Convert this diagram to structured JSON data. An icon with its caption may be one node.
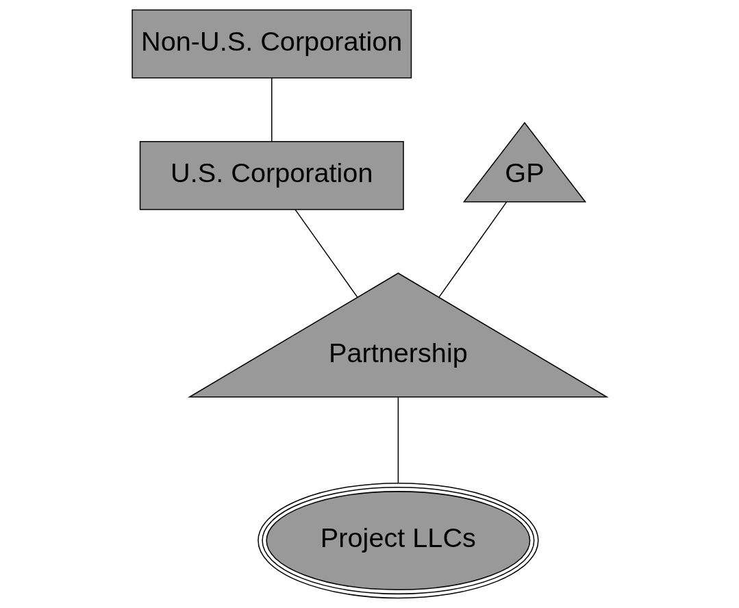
{
  "diagram": {
    "nodes": [
      {
        "text": [
          "Non-U.S. Corporation"
        ]
      },
      {
        "text": [
          "GP"
        ]
      },
      {
        "text": [
          "U.S. Corporation"
        ]
      },
      {
        "text": [
          "Partnership"
        ]
      },
      {
        "text": [
          "Project LLCs"
        ]
      }
    ],
    "edges": [
      {
        "from": 0,
        "to": 2,
        "arrow": "none"
      },
      {
        "from": 1,
        "to": 3,
        "arrow": "none"
      },
      {
        "from": 2,
        "to": 3,
        "arrow": "none"
      },
      {
        "from": 3,
        "to": 4,
        "arrow": "none"
      }
    ]
  }
}
